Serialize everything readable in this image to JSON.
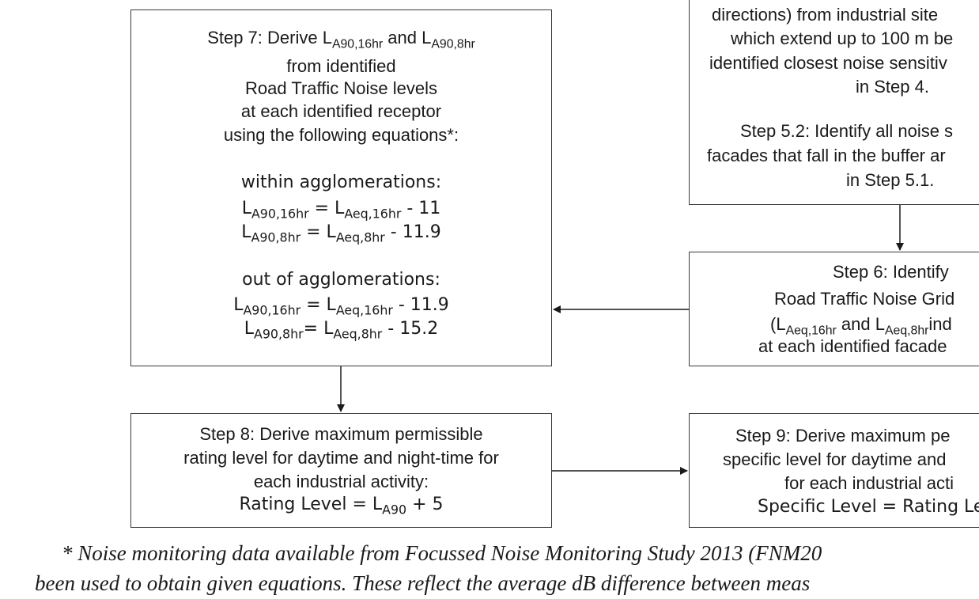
{
  "step7": {
    "head_a": "Step 7: Derive L",
    "head_sub1": "A90,16hr",
    "head_mid": " and L",
    "head_sub2": "A90,8hr",
    "line2": "from identified",
    "line3": "Road Traffic Noise levels",
    "line4": "at each identified receptor",
    "line5": "using the following equations*:",
    "within_title": "within agglomerations:",
    "within_eq1": {
      "l": "L",
      "s1": "A90,16hr",
      "m": " = L",
      "s2": "Aeq,16hr",
      "r": " - 11"
    },
    "within_eq2": {
      "l": "L",
      "s1": "A90,8hr",
      "m": " = L",
      "s2": "Aeq,8hr",
      "r": " - 11.9"
    },
    "out_title": "out of agglomerations:",
    "out_eq1": {
      "l": "L",
      "s1": "A90,16hr",
      "m": " = L",
      "s2": "Aeq,16hr",
      "r": " - 11.9"
    },
    "out_eq2": {
      "l": "L",
      "s1": "A90,8hr",
      "m": "= L",
      "s2": "Aeq,8hr",
      "r": " - 15.2"
    }
  },
  "step5": {
    "line1": "directions) from industrial site",
    "line2": "which extend up to 100 m be",
    "line3": "identified closest noise sensitiv",
    "line4": "in Step 4.",
    "line5": "Step 5.2: Identify all noise s",
    "line6": "facades that fall in the buffer ar",
    "line7": "in Step 5.1."
  },
  "step6": {
    "line1": "Step 6: Identify",
    "line2": "Road Traffic Noise Grid",
    "l3_open": "(L",
    "l3_sub1": "Aeq,16hr",
    "l3_mid": " and L",
    "l3_sub2": "Aeq,8hr",
    "l3_end": "ind",
    "line4": "at each identified facade"
  },
  "step8": {
    "line1": "Step 8: Derive maximum permissible",
    "line2": "rating level for daytime and night-time for",
    "line3": "each industrial activity:",
    "l4_text": "Rating Level = L",
    "l4_sub": "A90",
    "l4_end": " + 5"
  },
  "step9": {
    "line1": "Step 9: Derive maximum pe",
    "line2": "specific level for daytime and",
    "line3": "for each industrial acti",
    "line4": "Specific Level = Rating Le"
  },
  "footnote": {
    "line1": "* Noise monitoring data available from Focussed Noise Monitoring Study 2013 (FNM20",
    "line2": "been used to obtain given equations. These reflect the average dB difference between meas"
  }
}
